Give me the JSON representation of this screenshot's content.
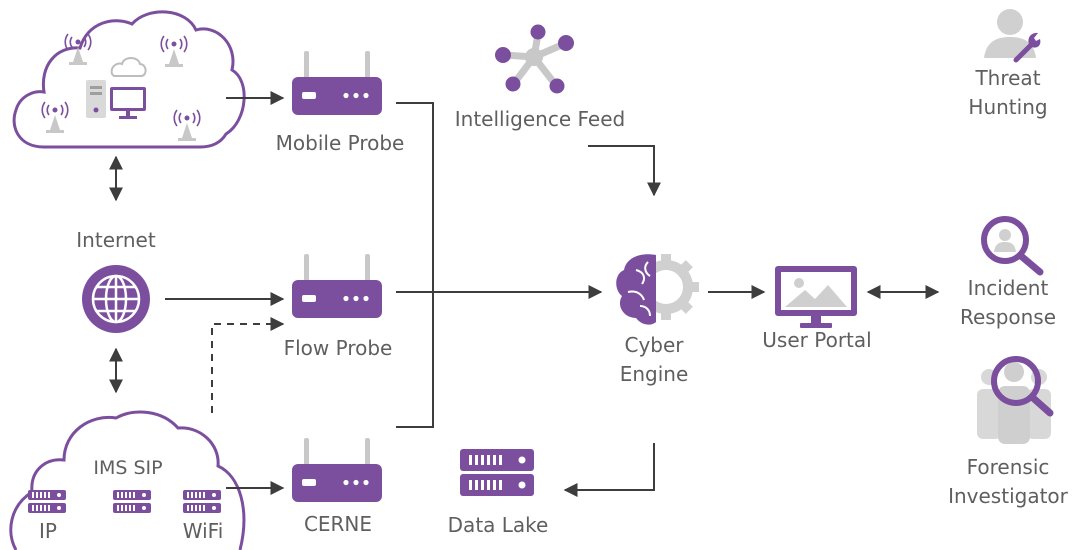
{
  "colors": {
    "accent": "#7b4f9d",
    "line": "#3d3d3d",
    "text": "#5f5f5f",
    "icon_gray": "#bdbdbd"
  },
  "icons": [
    "cloud-icon",
    "cell-tower-icon",
    "desktop-computer-icon",
    "globe-icon",
    "router-icon",
    "network-nodes-icon",
    "brain-gear-icon",
    "monitor-image-icon",
    "server-icon",
    "user-wrench-icon",
    "user-search-icon",
    "group-search-icon"
  ],
  "labels": {
    "mobile_probe": "Mobile Probe",
    "internet": "Internet",
    "flow_probe": "Flow Probe",
    "ims_sip": "IMS SIP",
    "ip": "IP",
    "wifi": "WiFi",
    "cerne": "CERNE",
    "intelligence_feed": "Intelligence Feed",
    "cyber_engine_1": "Cyber",
    "cyber_engine_2": "Engine",
    "data_lake": "Data Lake",
    "user_portal": "User Portal",
    "threat_1": "Threat",
    "threat_2": "Hunting",
    "incident_1": "Incident",
    "incident_2": "Response",
    "forensic_1": "Forensic",
    "forensic_2": "Investigator"
  }
}
